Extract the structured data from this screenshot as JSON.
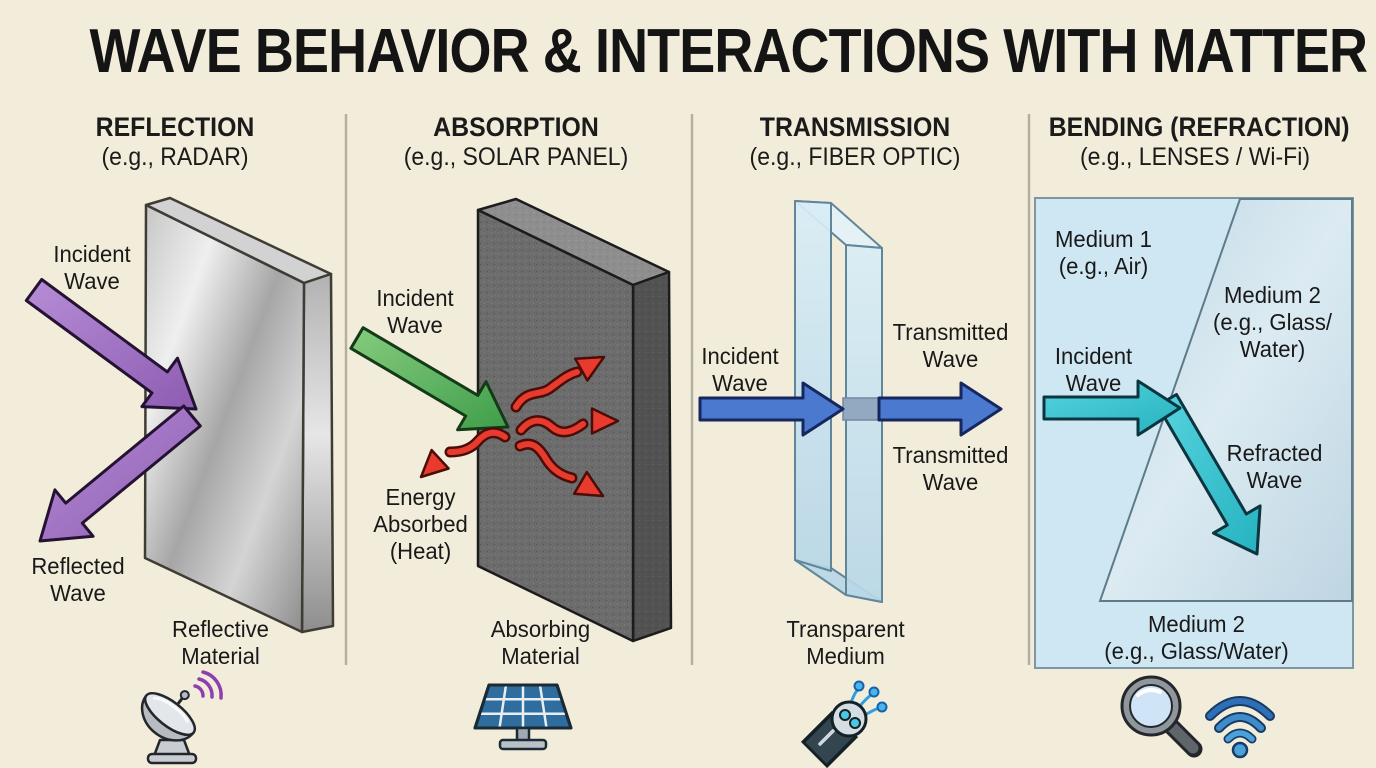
{
  "title": "WAVE BEHAVIOR & INTERACTIONS WITH MATTER",
  "panels": {
    "reflection": {
      "heading": "REFLECTION",
      "subheading": "(e.g., RADAR)",
      "incident_wave": "Incident\nWave",
      "reflected_wave": "Reflected\nWave",
      "material": "Reflective\nMaterial",
      "icon": "radar-dish"
    },
    "absorption": {
      "heading": "ABSORPTION",
      "subheading": "(e.g., SOLAR PANEL)",
      "incident_wave": "Incident\nWave",
      "energy_absorbed": "Energy\nAbsorbed\n(Heat)",
      "material": "Absorbing\nMaterial",
      "icon": "solar-panel"
    },
    "transmission": {
      "heading": "TRANSMISSION",
      "subheading": "(e.g., FIBER OPTIC)",
      "incident_wave": "Incident\nWave",
      "transmitted_wave_top": "Transmitted\nWave",
      "transmitted_wave_bottom": "Transmitted\nWave",
      "material": "Transparent\nMedium",
      "icon": "fiber-optic-cable"
    },
    "refraction": {
      "heading": "BENDING (REFRACTION)",
      "subheading": "(e.g., LENSES / Wi-Fi)",
      "medium1": "Medium 1\n(e.g., Air)",
      "medium2_upper": "Medium 2\n(e.g., Glass/\nWater)",
      "incident_wave": "Incident\nWave",
      "refracted_wave": "Refracted\nWave",
      "medium2_lower": "Medium 2\n(e.g., Glass/Water)",
      "icons": [
        "magnifying-glass",
        "wifi"
      ]
    }
  },
  "colors": {
    "background": "#f2ecda",
    "text": "#1b1b1b",
    "divider": "#b5afa0",
    "reflection_wave": "#a173c4",
    "absorption_wave": "#57b25c",
    "heat_wave": "#e93a2e",
    "transmission_wave": "#4b79cf",
    "refraction_wave": "#3bc7d1",
    "reflective_material": "#b9b9b9",
    "absorbing_material": "#6c6c6c",
    "transparent_medium": "#cfe5f0",
    "refraction_box": "#cfe7f2"
  }
}
